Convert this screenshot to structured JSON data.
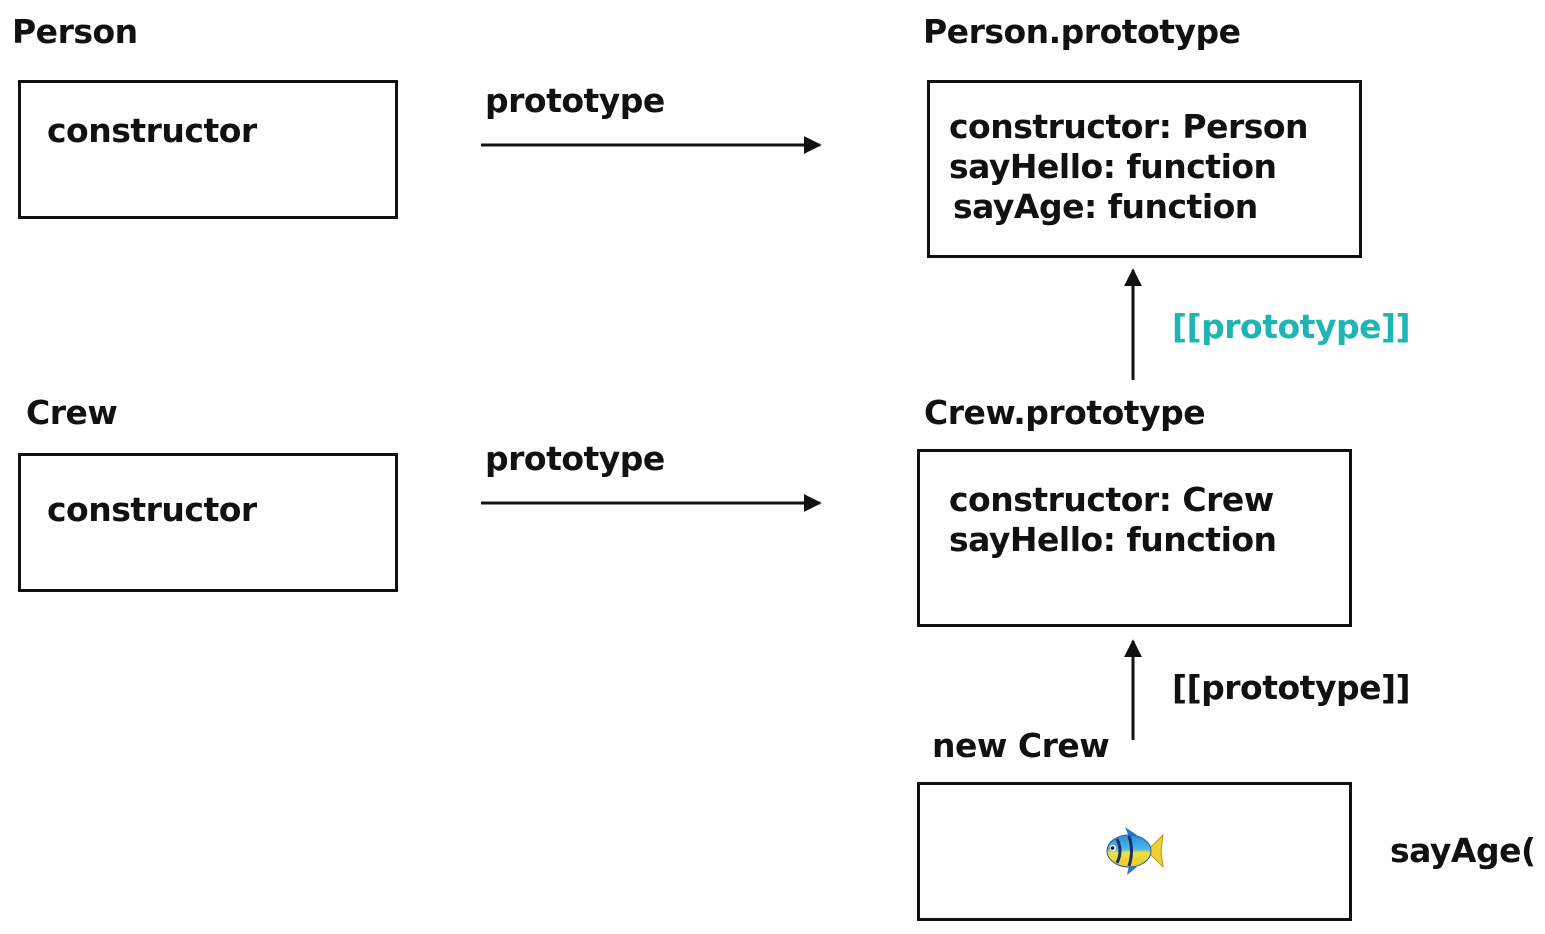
{
  "colors": {
    "accent": "#1fb5b5",
    "stroke": "#111111"
  },
  "person": {
    "title": "Person",
    "box_text": "constructor"
  },
  "crew": {
    "title": "Crew",
    "box_text": "constructor"
  },
  "person_prototype": {
    "title": "Person.prototype",
    "lines": [
      "constructor: Person",
      "sayHello: function",
      "sayAge: function"
    ]
  },
  "crew_prototype": {
    "title": "Crew.prototype",
    "lines": [
      "constructor: Crew",
      "sayHello: function"
    ]
  },
  "new_crew": {
    "title": "new Crew",
    "icon": "tropical-fish-icon"
  },
  "edges": {
    "person_to_proto_label": "prototype",
    "crew_to_proto_label": "prototype",
    "crew_proto_to_person_proto_label": "[[prototype]]",
    "instance_to_crew_proto_label": "[[prototype]]"
  },
  "call": {
    "label": "sayAge( )"
  }
}
